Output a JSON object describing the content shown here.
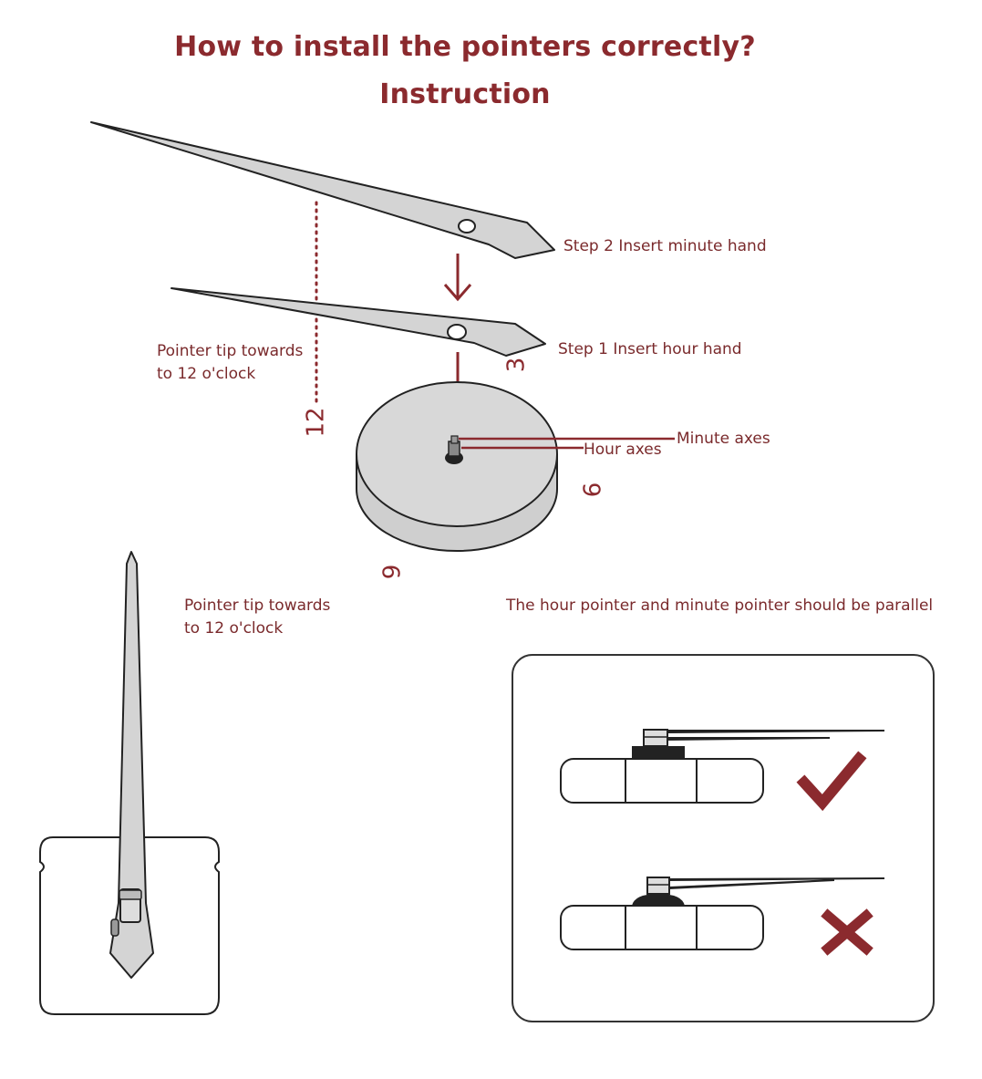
{
  "title": {
    "line1": "How to install the pointers correctly?",
    "line2": "Instruction"
  },
  "labels": {
    "step2": "Step 2 Insert minute hand",
    "step1": "Step 1 Insert hour hand",
    "pointer_tip_top_line1": "Pointer tip towards",
    "pointer_tip_top_line2": "to 12 o'clock",
    "minute_axes": "Minute axes",
    "hour_axes": "Hour axes",
    "pointer_tip_bottom_line1": "Pointer tip towards",
    "pointer_tip_bottom_line2": "to 12 o'clock",
    "parallel_note": "The hour pointer and minute pointer should be parallel"
  },
  "dial_numbers": {
    "twelve": "12",
    "three": "3",
    "six": "6",
    "nine": "9"
  },
  "marks": {
    "correct": "check-mark-icon",
    "incorrect": "cross-mark-icon"
  },
  "colors": {
    "accent": "#8b2a2e",
    "hand_fill": "#d4d4d4",
    "outline": "#222222"
  }
}
